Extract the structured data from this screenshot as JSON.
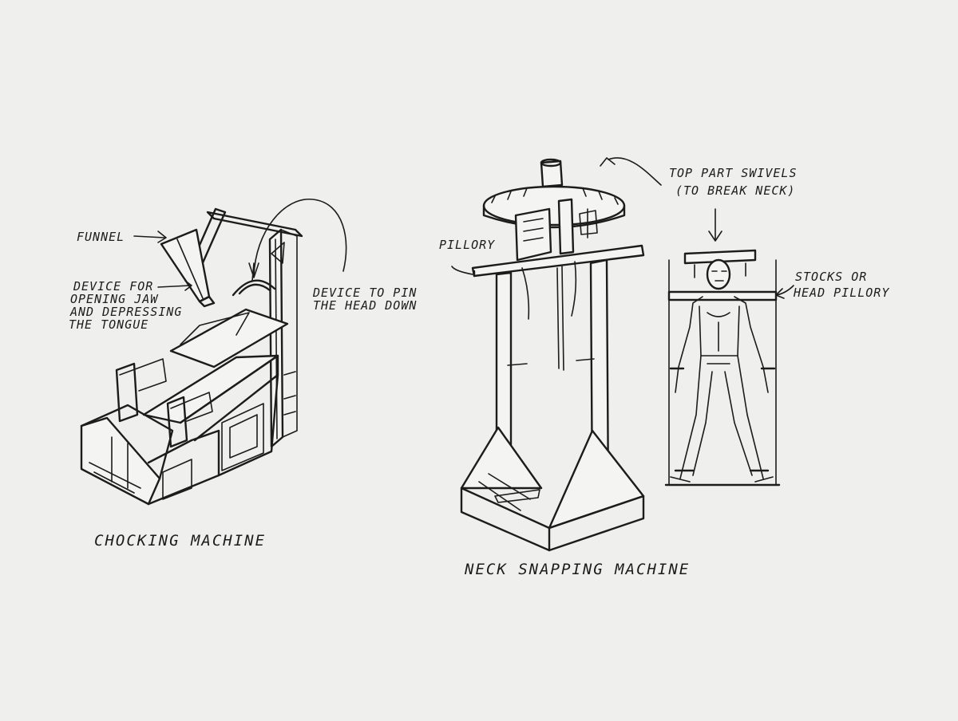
{
  "labels": {
    "funnel": "FUNNEL",
    "jaw": [
      "DEVICE FOR",
      "OPENING JAW",
      "AND DEPRESSING",
      "THE TONGUE"
    ],
    "pin": [
      "DEVICE TO PIN",
      "THE HEAD DOWN"
    ],
    "pillory": "PILLORY",
    "swivel": [
      "TOP PART SWIVELS",
      "(TO BREAK NECK)"
    ],
    "stocks": [
      "STOCKS OR",
      "HEAD PILLORY"
    ]
  },
  "captions": {
    "choking": "CHOCKING MACHINE",
    "neck": "NECK SNAPPING MACHINE"
  },
  "colors": {
    "paper": "#efefed",
    "ink": "#1c1c1c"
  }
}
